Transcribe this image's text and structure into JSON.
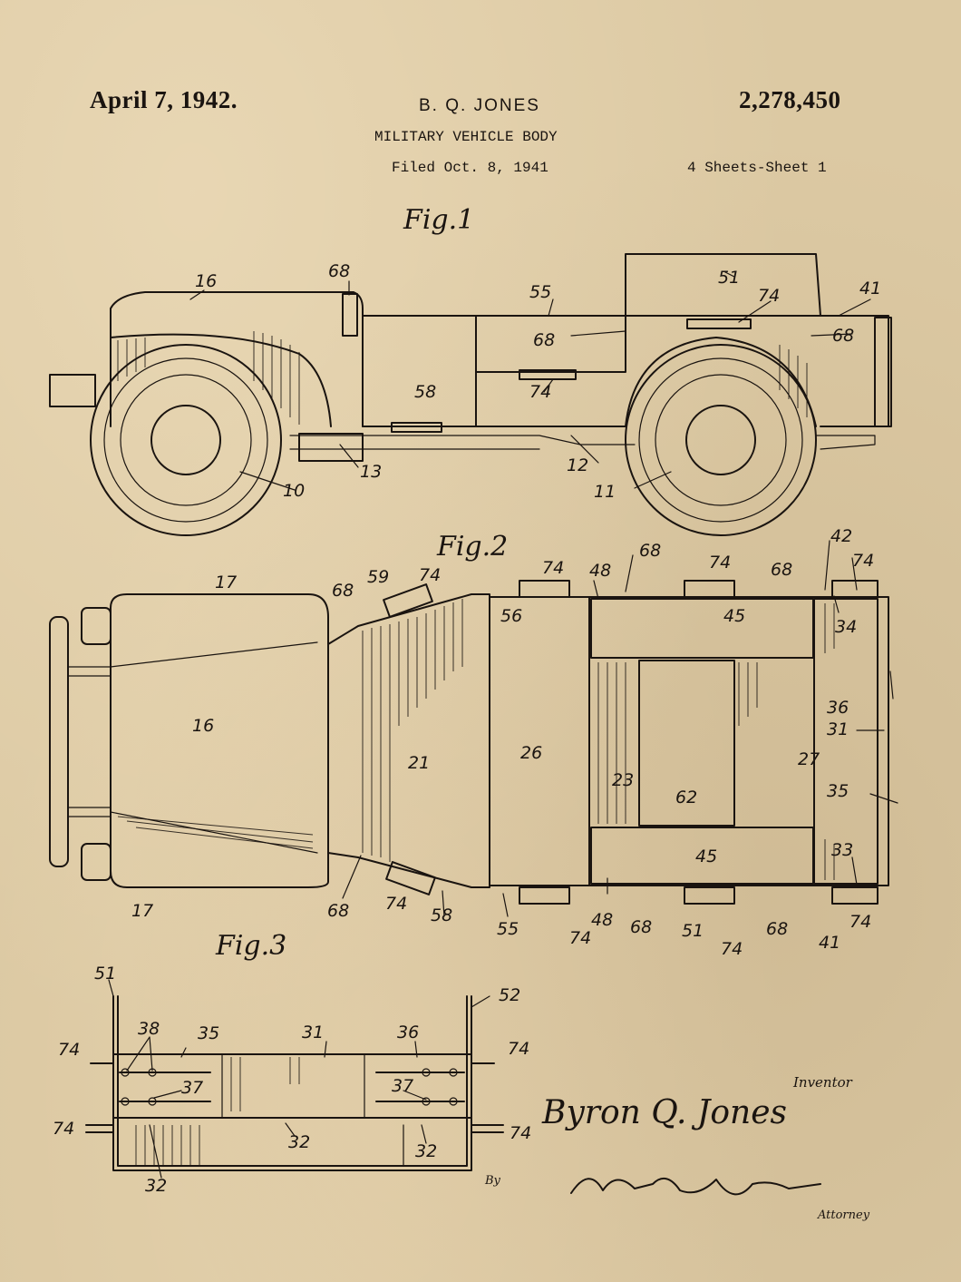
{
  "header": {
    "date": "April 7, 1942.",
    "inventor": "B. Q. JONES",
    "patent_number": "2,278,450",
    "title": "MILITARY VEHICLE BODY",
    "filed": "Filed Oct. 8, 1941",
    "sheets": "4 Sheets-Sheet 1"
  },
  "figures": {
    "fig1": "Fig.1",
    "fig2": "Fig.2",
    "fig3": "Fig.3"
  },
  "fig1_refs": [
    "16",
    "68",
    "55",
    "51",
    "74",
    "41",
    "68",
    "68",
    "58",
    "74",
    "13",
    "10",
    "12",
    "11"
  ],
  "fig2_refs": [
    "17",
    "68",
    "59",
    "74",
    "74",
    "48",
    "68",
    "74",
    "68",
    "42",
    "74",
    "56",
    "45",
    "34",
    "16",
    "21",
    "26",
    "23",
    "62",
    "36",
    "31",
    "27",
    "35",
    "33",
    "45",
    "17",
    "68",
    "74",
    "58",
    "55",
    "74",
    "48",
    "68",
    "51",
    "74",
    "68",
    "41",
    "74"
  ],
  "fig3_refs": [
    "51",
    "52",
    "38",
    "35",
    "31",
    "36",
    "74",
    "74",
    "37",
    "37",
    "74",
    "74",
    "32",
    "32",
    "32"
  ],
  "signatures": {
    "inventor_label": "Inventor",
    "inventor_name": "Byron Q. Jones",
    "by_label": "By",
    "attorney_label": "Attorney"
  }
}
